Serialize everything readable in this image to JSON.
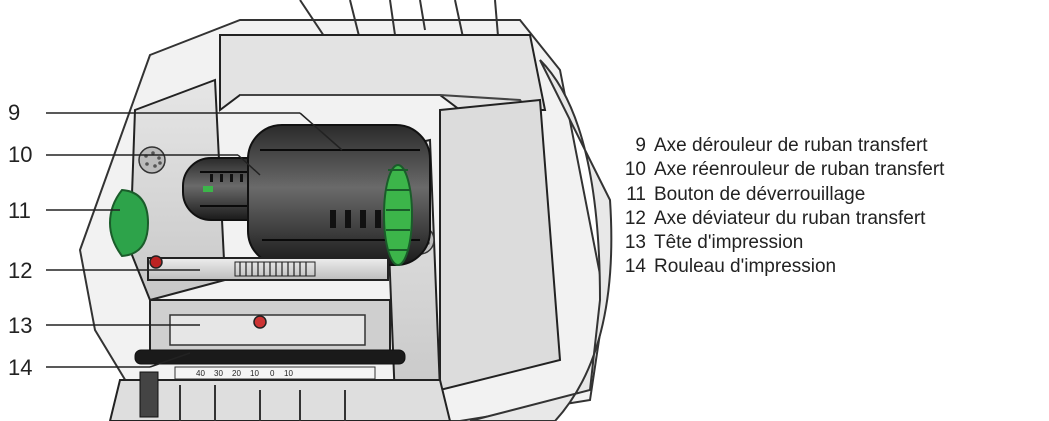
{
  "callouts": [
    {
      "num": "9"
    },
    {
      "num": "10"
    },
    {
      "num": "11"
    },
    {
      "num": "12"
    },
    {
      "num": "13"
    },
    {
      "num": "14"
    }
  ],
  "legend": [
    {
      "num": "9",
      "text": "Axe dérouleur de ruban transfert"
    },
    {
      "num": "10",
      "text": "Axe réenrouleur de ruban transfert"
    },
    {
      "num": "11",
      "text": "Bouton de déverrouillage"
    },
    {
      "num": "12",
      "text": "Axe déviateur du ruban transfert"
    },
    {
      "num": "13",
      "text": "Tête d'impression"
    },
    {
      "num": "14",
      "text": "Rouleau d'impression"
    }
  ],
  "scale_labels": [
    "40",
    "30",
    "20",
    "10",
    "0",
    "10"
  ],
  "colors": {
    "knob_green": "#2da34a",
    "gear_green": "#3cb54a",
    "body_gray": "#d9d9d9",
    "dark": "#1a1a1a"
  }
}
